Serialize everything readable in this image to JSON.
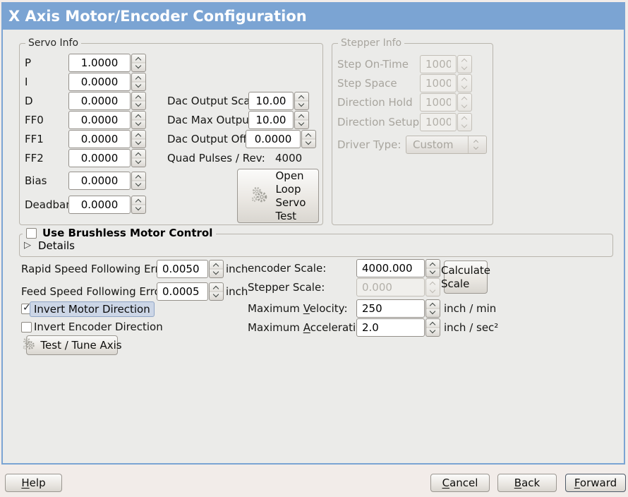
{
  "title": "X Axis Motor/Encoder Configuration",
  "colors": {
    "titlebar": "#7ba4d3",
    "window_border": "#7ba4d3",
    "background": "#ebebe9",
    "focus_highlight": "#ccd6e6"
  },
  "servo_info": {
    "label": "Servo Info",
    "fields": [
      {
        "label": "P",
        "value": "1.0000"
      },
      {
        "label": "I",
        "value": "0.0000"
      },
      {
        "label": "D",
        "value": "0.0000"
      },
      {
        "label": "FF0",
        "value": "0.0000"
      },
      {
        "label": "FF1",
        "value": "0.0000"
      },
      {
        "label": "FF2",
        "value": "0.0000"
      },
      {
        "label": "Bias",
        "value": "0.0000"
      },
      {
        "label": "Deadband",
        "value": "0.0000"
      }
    ]
  },
  "dac": {
    "fields": [
      {
        "label": "Dac Output Scale:",
        "value": "10.00"
      },
      {
        "label": "Dac Max Output:",
        "value": "10.00"
      },
      {
        "label": "Dac Output Offset:",
        "value": "0.0000"
      }
    ],
    "quad_pulses_label": "Quad Pulses / Rev:",
    "quad_pulses_value": "4000"
  },
  "open_loop_button": {
    "icon": "gears-icon",
    "label": "Open\nLoop\nServo\nTest"
  },
  "stepper_info": {
    "label": "Stepper Info",
    "fields": [
      {
        "label": "Step On-Time",
        "value": "1000"
      },
      {
        "label": "Step Space",
        "value": "1000"
      },
      {
        "label": "Direction Hold",
        "value": "1000"
      },
      {
        "label": "Direction Setup",
        "value": "1000"
      }
    ],
    "driver_type": {
      "label": "Driver Type:",
      "value": "Custom"
    }
  },
  "brushless": {
    "label": "Use Brushless Motor Control",
    "checked": false,
    "details": "Details"
  },
  "following_errors": [
    {
      "label": "Rapid Speed Following Error:",
      "value": "0.0050",
      "unit": "inch"
    },
    {
      "label": "Feed Speed Following Error:",
      "value": "0.0005",
      "unit": "inch"
    }
  ],
  "scaling": {
    "encoder_scale": {
      "label": "encoder Scale:",
      "value": "4000.000"
    },
    "calculate_button": "Calculate\nScale",
    "stepper_scale": {
      "label": "Stepper Scale:",
      "value": "0.000"
    },
    "max_velocity": {
      "pre": "Maximum ",
      "u": "V",
      "rest": "elocity:",
      "value": "250",
      "unit": "inch / min"
    },
    "max_acceleration": {
      "pre": "Maximum ",
      "u": "A",
      "rest": "cceleration:",
      "value": "2.0",
      "unit": "inch / sec²"
    }
  },
  "invert": {
    "motor": {
      "label": "Invert Motor Direction",
      "checked": true
    },
    "encoder": {
      "label": "Invert Encoder Direction",
      "checked": false
    }
  },
  "test_tune_button": {
    "icon": "gears-icon",
    "label": "Test / Tune Axis"
  },
  "footer": {
    "help": {
      "u": "H",
      "rest": "elp"
    },
    "cancel": {
      "u": "C",
      "rest": "ancel"
    },
    "back": {
      "u": "B",
      "rest": "ack"
    },
    "forward": {
      "u": "F",
      "rest": "orward"
    }
  }
}
